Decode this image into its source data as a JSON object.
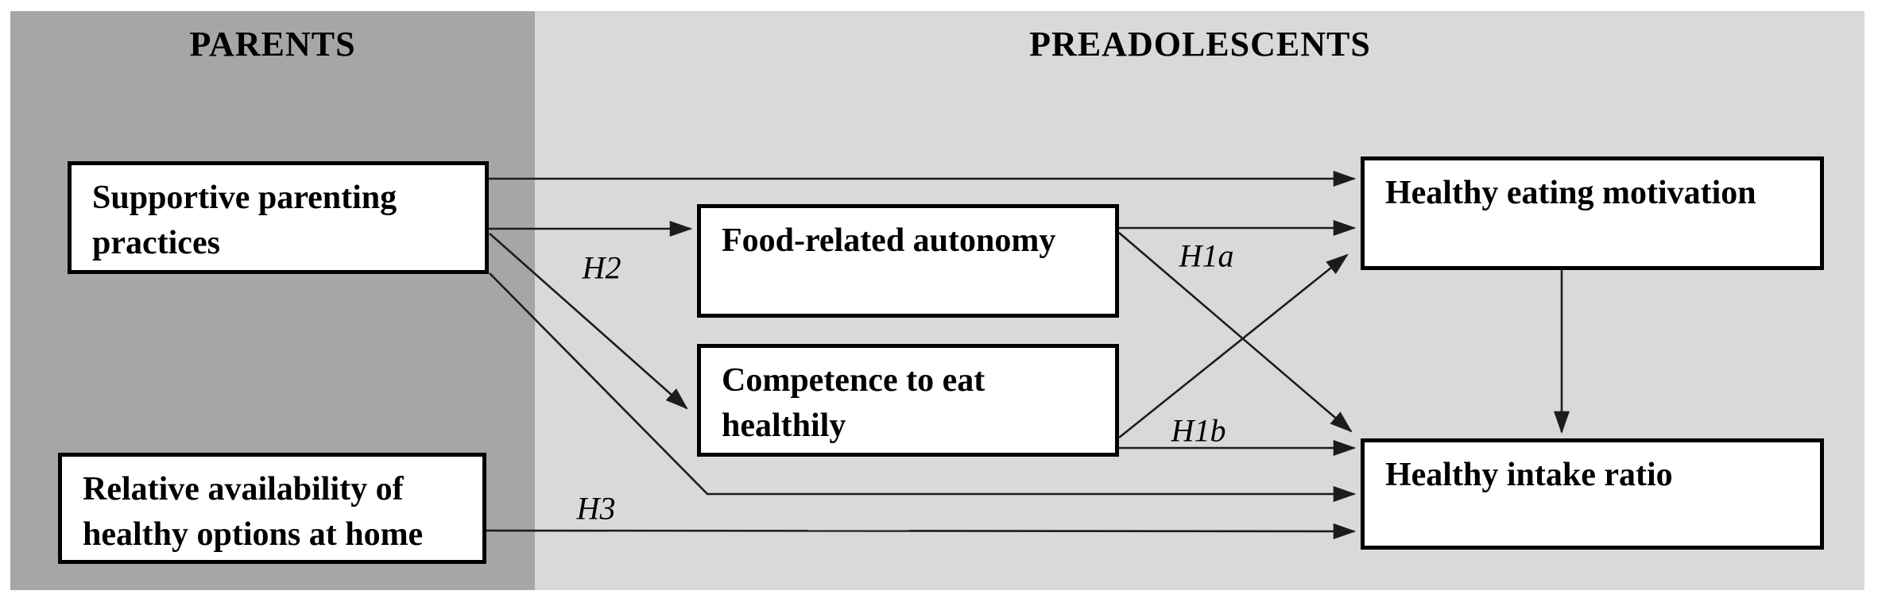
{
  "figure": {
    "type": "path-diagram",
    "panels": {
      "parents": {
        "title": "PARENTS"
      },
      "preadolescents": {
        "title": "PREADOLESCENTS"
      }
    },
    "boxes": {
      "supportive_parenting": {
        "label": "Supportive parenting practices"
      },
      "relative_availability": {
        "label": "Relative availability of healthy options at home"
      },
      "food_autonomy": {
        "label": "Food-related autonomy"
      },
      "competence": {
        "label": "Competence to eat healthily"
      },
      "eating_motivation": {
        "label": "Healthy eating motivation"
      },
      "intake_ratio": {
        "label": "Healthy intake ratio"
      }
    },
    "hypothesis_labels": {
      "h2": "H2",
      "h3": "H3",
      "h1a": "H1a",
      "h1b": "H1b"
    },
    "edges": [
      {
        "from": "supportive_parenting",
        "to": "eating_motivation",
        "label": ""
      },
      {
        "from": "supportive_parenting",
        "to": "food_autonomy",
        "label": "H2"
      },
      {
        "from": "supportive_parenting",
        "to": "competence",
        "label": "H2"
      },
      {
        "from": "supportive_parenting",
        "to": "intake_ratio",
        "label": ""
      },
      {
        "from": "relative_availability",
        "to": "intake_ratio",
        "label": "H3"
      },
      {
        "from": "food_autonomy",
        "to": "eating_motivation",
        "label": "H1a"
      },
      {
        "from": "food_autonomy",
        "to": "intake_ratio",
        "label": ""
      },
      {
        "from": "competence",
        "to": "eating_motivation",
        "label": ""
      },
      {
        "from": "competence",
        "to": "intake_ratio",
        "label": "H1b"
      },
      {
        "from": "eating_motivation",
        "to": "intake_ratio",
        "label": ""
      }
    ],
    "colors": {
      "parents_panel": "#a6a6a6",
      "preadolescents_panel": "#d9d9d9",
      "box_fill": "#ffffff",
      "box_border": "#000000",
      "line": "#1c1c1c"
    }
  }
}
